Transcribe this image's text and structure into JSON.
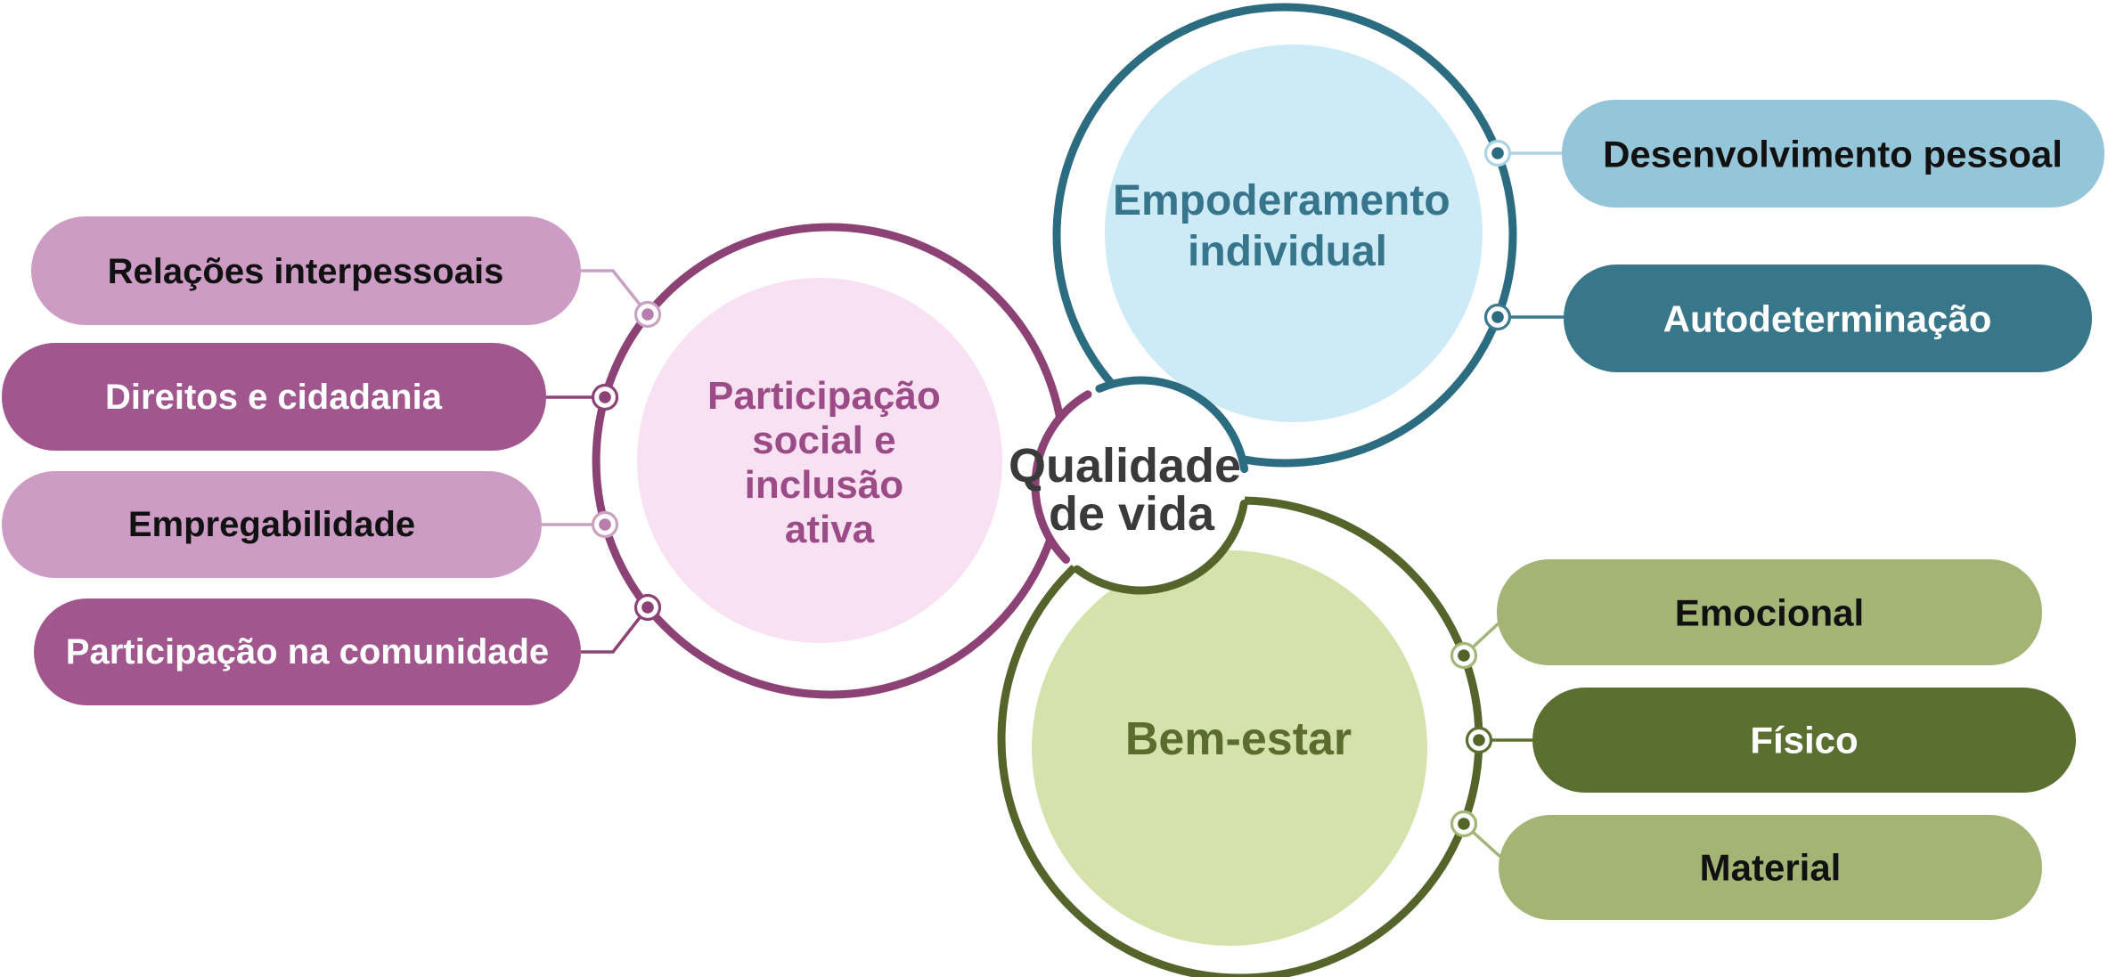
{
  "diagram": {
    "title": {
      "lines": [
        "Qualidade",
        "de vida"
      ]
    },
    "clusters": [
      {
        "name": "Participação social e inclusão ativa",
        "label_lines": [
          "Participação",
          "social e",
          "inclusão",
          "ativa"
        ],
        "side": "left",
        "items": [
          {
            "label": "Relações interpessoais",
            "variant": "light"
          },
          {
            "label": "Direitos e cidadania",
            "variant": "dark"
          },
          {
            "label": "Empregabilidade",
            "variant": "light"
          },
          {
            "label": "Participação na comunidade",
            "variant": "dark"
          }
        ]
      },
      {
        "name": "Empoderamento individual",
        "label_lines": [
          "Empoderamento",
          "individual"
        ],
        "side": "right",
        "items": [
          {
            "label": "Desenvolvimento pessoal",
            "variant": "light"
          },
          {
            "label": "Autodeterminação",
            "variant": "dark"
          }
        ]
      },
      {
        "name": "Bem-estar",
        "label_lines": [
          "Bem-estar"
        ],
        "side": "right",
        "items": [
          {
            "label": "Emocional",
            "variant": "light"
          },
          {
            "label": "Físico",
            "variant": "dark"
          },
          {
            "label": "Material",
            "variant": "light"
          }
        ]
      }
    ],
    "colors": {
      "title_text": "#3a3a3a",
      "participacao": {
        "ring": "#8d4276",
        "blob": "#f8e1f3",
        "label": "#9b4c86",
        "pill_light": "#cc9cc4",
        "pill_dark": "#a1578d",
        "line_light": "#c9a2c2",
        "line_dark": "#8d4276",
        "dot_light": "#b87fae",
        "dot_dark": "#8d4276"
      },
      "empoderamento": {
        "ring": "#2b6c81",
        "blob": "#cdebf7",
        "label": "#37758d",
        "pill_light": "#95c5d8",
        "pill_dark": "#38768a",
        "line_light": "#aed3e2",
        "line_dark": "#3c7a8e",
        "dot": "#2b6c81"
      },
      "bemestar": {
        "ring": "#54642a",
        "blob": "#d5e2ab",
        "label": "#5b6c2f",
        "pill_light": "#a3b475",
        "pill_dark": "#5b7030",
        "line_light": "#a4b577",
        "line_dark": "#5b7030",
        "dot": "#54642a"
      }
    }
  }
}
